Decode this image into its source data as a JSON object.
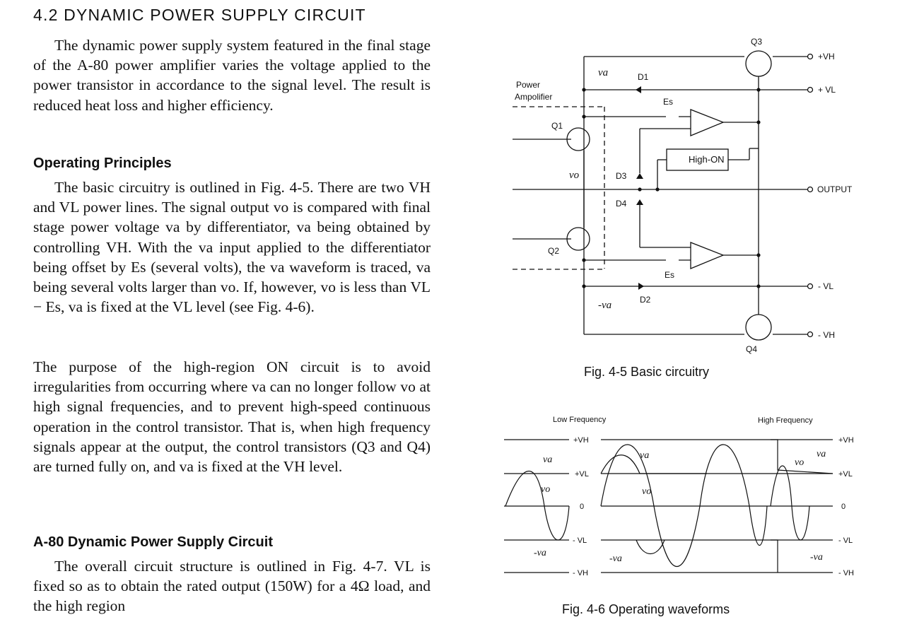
{
  "section": {
    "title": "4.2 DYNAMIC POWER SUPPLY CIRCUIT"
  },
  "paragraphs": {
    "intro": "The dynamic power supply system featured in the final stage of the A-80 power amplifier varies the voltage applied to the power transistor in accordance to the signal level. The result is reduced heat loss and higher efficiency.",
    "principles_heading": "Operating Principles",
    "principles_1": "The basic circuitry is outlined in Fig. 4-5. There are two VH and VL power lines. The signal output vo is compared with final stage power voltage va by differentiator, va being obtained by controlling VH. With the va input applied to the differentiator being offset by Es (several volts), the va waveform is traced, va being several volts larger than vo. If, however, vo is less than VL − Es, va is fixed at the VL level (see Fig. 4-6).",
    "principles_2": "The purpose of the high-region ON circuit is to avoid irregularities from occurring where va can no longer follow vo at high signal frequencies, and to prevent high-speed continuous operation in the control transistor. That is, when high frequency signals appear at the output, the control transistors (Q3 and Q4) are turned fully on, and va is fixed at the VH level.",
    "a80_heading": "A-80 Dynamic Power Supply Circuit",
    "a80_1": "The overall circuit structure is outlined in Fig. 4-7. VL is fixed so as to obtain the rated output (150W) for a 4Ω load, and the high region"
  },
  "fig45": {
    "caption": "Fig. 4-5    Basic circuitry",
    "labels": {
      "q1": "Q1",
      "q2": "Q2",
      "q3": "Q3",
      "q4": "Q4",
      "d1": "D1",
      "d2": "D2",
      "d3": "D3",
      "d4": "D4",
      "es_top": "Es",
      "es_bottom": "Es",
      "power_amp_1": "Power",
      "power_amp_2": "Ampolifier",
      "high_on": "High-ON",
      "plus_vh": "+VH",
      "plus_vl": "+ VL",
      "output": "OUTPUT",
      "minus_vl": "- VL",
      "minus_vh": "- VH",
      "va": "va",
      "vo": "vo",
      "minus_va": "-va"
    }
  },
  "fig46": {
    "caption": "Fig. 4-6    Operating waveforms",
    "labels": {
      "low_freq": "Low Frequency",
      "high_freq": "High Frequency",
      "plus_vh": "+VH",
      "plus_vl": "+VL",
      "zero": "0",
      "minus_vl": "- VL",
      "minus_vh": "- VH",
      "va": "va",
      "vo": "vo",
      "minus_va": "-va"
    }
  }
}
